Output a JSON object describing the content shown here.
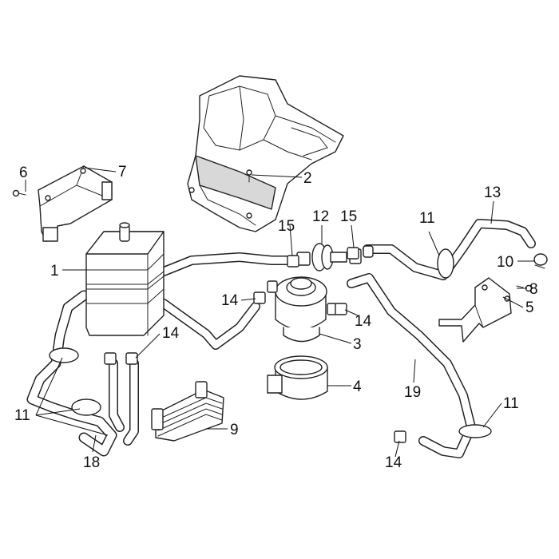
{
  "callouts": [
    {
      "label": "1"
    },
    {
      "label": "2"
    },
    {
      "label": "3"
    },
    {
      "label": "4"
    },
    {
      "label": "5"
    },
    {
      "label": "6"
    },
    {
      "label": "7"
    },
    {
      "label": "8"
    },
    {
      "label": "9"
    },
    {
      "label": "10"
    },
    {
      "label": "11"
    },
    {
      "label": "11"
    },
    {
      "label": "11"
    },
    {
      "label": "12"
    },
    {
      "label": "13"
    },
    {
      "label": "14"
    },
    {
      "label": "14"
    },
    {
      "label": "14"
    },
    {
      "label": "14"
    },
    {
      "label": "15"
    },
    {
      "label": "15"
    },
    {
      "label": "18"
    },
    {
      "label": "19"
    }
  ],
  "colors": {
    "line": "#222222",
    "shade": "#d8d8d8",
    "background": "#ffffff"
  }
}
